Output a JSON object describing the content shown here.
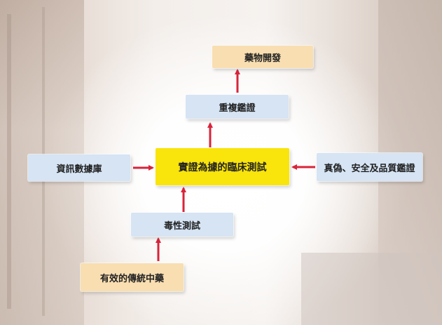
{
  "nodes": {
    "drug_development": "藥物開發",
    "repeat_identification": "重複鑑證",
    "evidence_based_clinical_test": "實證為據的臨床測試",
    "information_database": "資訊數據庫",
    "authenticity_safety_quality": "真偽、安全及品質鑑證",
    "toxicity_test": "毒性測試",
    "effective_tcm": "有效的傳統中藥"
  },
  "colors": {
    "center_box": "#f9e40b",
    "blue_box": "#d6e4f4",
    "orange_box": "#f8deb1",
    "arrow": "#d8243a"
  }
}
